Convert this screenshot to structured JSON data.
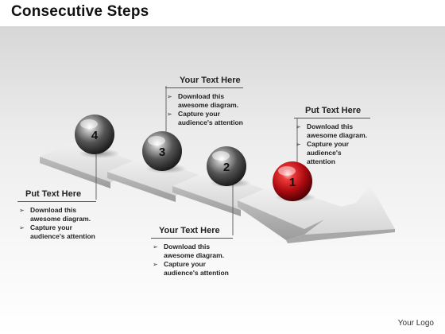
{
  "title": "Consecutive Steps",
  "logo_text": "Your Logo",
  "colors": {
    "accent_ball": "#c8101a",
    "neutral_ball": "#4a4a4a",
    "step_face": "#e4e4e4"
  },
  "steps": [
    {
      "number": "1",
      "color": "red"
    },
    {
      "number": "2",
      "color": "gray"
    },
    {
      "number": "3",
      "color": "gray"
    },
    {
      "number": "4",
      "color": "gray"
    }
  ],
  "callouts": {
    "top_center": {
      "heading": "Your Text Here",
      "bullets": [
        "Download this awesome diagram.",
        "Capture your audience's attention"
      ]
    },
    "top_right": {
      "heading": "Put Text Here",
      "bullets": [
        "Download this awesome diagram.",
        "Capture your audience's attention"
      ]
    },
    "left": {
      "heading": "Put Text Here",
      "bullets": [
        "Download this awesome diagram.",
        "Capture your audience's attention"
      ]
    },
    "bottom_center": {
      "heading": "Your Text Here",
      "bullets": [
        "Download this awesome diagram.",
        "Capture your audience's attention"
      ]
    }
  }
}
